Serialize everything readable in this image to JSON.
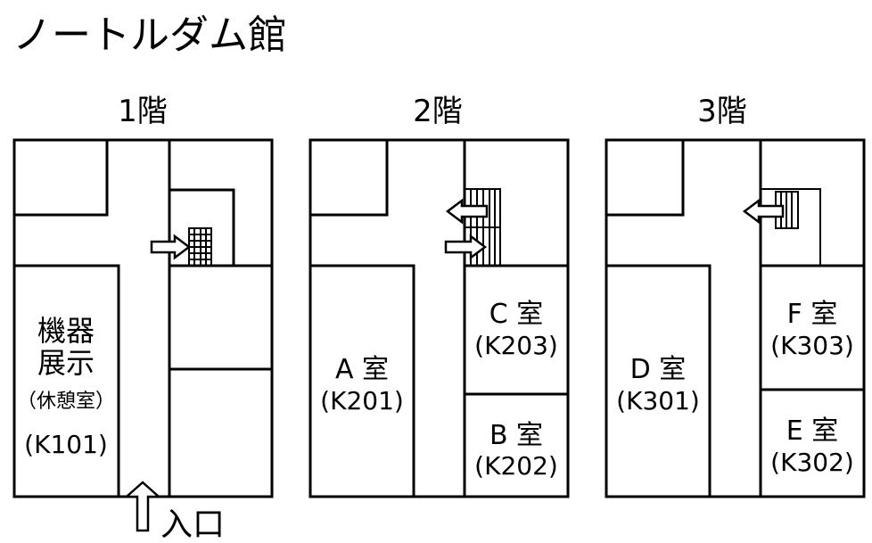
{
  "title": "ノートルダム館",
  "floors": [
    {
      "label": "1階",
      "rooms": [
        {
          "lines": [
            "機器",
            "展示",
            "（休憩室）",
            "(K101)"
          ]
        }
      ]
    },
    {
      "label": "2階",
      "rooms": [
        {
          "lines": [
            "A 室",
            "(K201)"
          ]
        },
        {
          "lines": [
            "C 室",
            "(K203)"
          ]
        },
        {
          "lines": [
            "B 室",
            "(K202)"
          ]
        }
      ]
    },
    {
      "label": "3階",
      "rooms": [
        {
          "lines": [
            "D 室",
            "(K301)"
          ]
        },
        {
          "lines": [
            "F 室",
            "(K303)"
          ]
        },
        {
          "lines": [
            "E 室",
            "(K302)"
          ]
        }
      ]
    }
  ],
  "entrance_label": "入口"
}
